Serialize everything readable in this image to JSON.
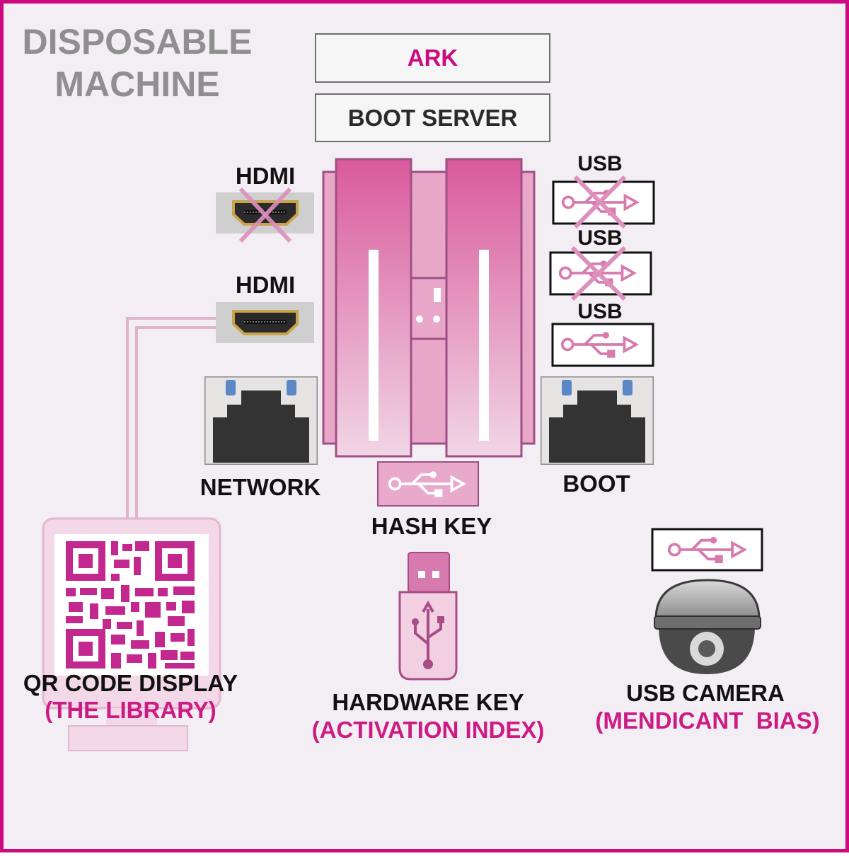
{
  "title": {
    "line1": "DISPOSABLE",
    "line2": "MACHINE"
  },
  "boxes": {
    "ark": "ARK",
    "boot_server": "BOOT SERVER"
  },
  "ports": {
    "hdmi_top": "HDMI",
    "hdmi_bottom": "HDMI",
    "usb_1": "USB",
    "usb_2": "USB",
    "usb_3": "USB",
    "network": "NETWORK",
    "boot": "BOOT",
    "hash_key": "HASH KEY"
  },
  "devices": {
    "qr": {
      "name": "QR CODE DISPLAY",
      "alias": "(THE LIBRARY)"
    },
    "hardware_key": {
      "name": "HARDWARE KEY",
      "alias": "(ACTIVATION INDEX)"
    },
    "camera": {
      "name": "USB CAMERA",
      "alias": "(MENDICANT  BIAS)"
    }
  },
  "colors": {
    "accent": "#cc0a7f",
    "title_gray": "#8f8f8f",
    "pink_light": "#f3d8e8"
  }
}
